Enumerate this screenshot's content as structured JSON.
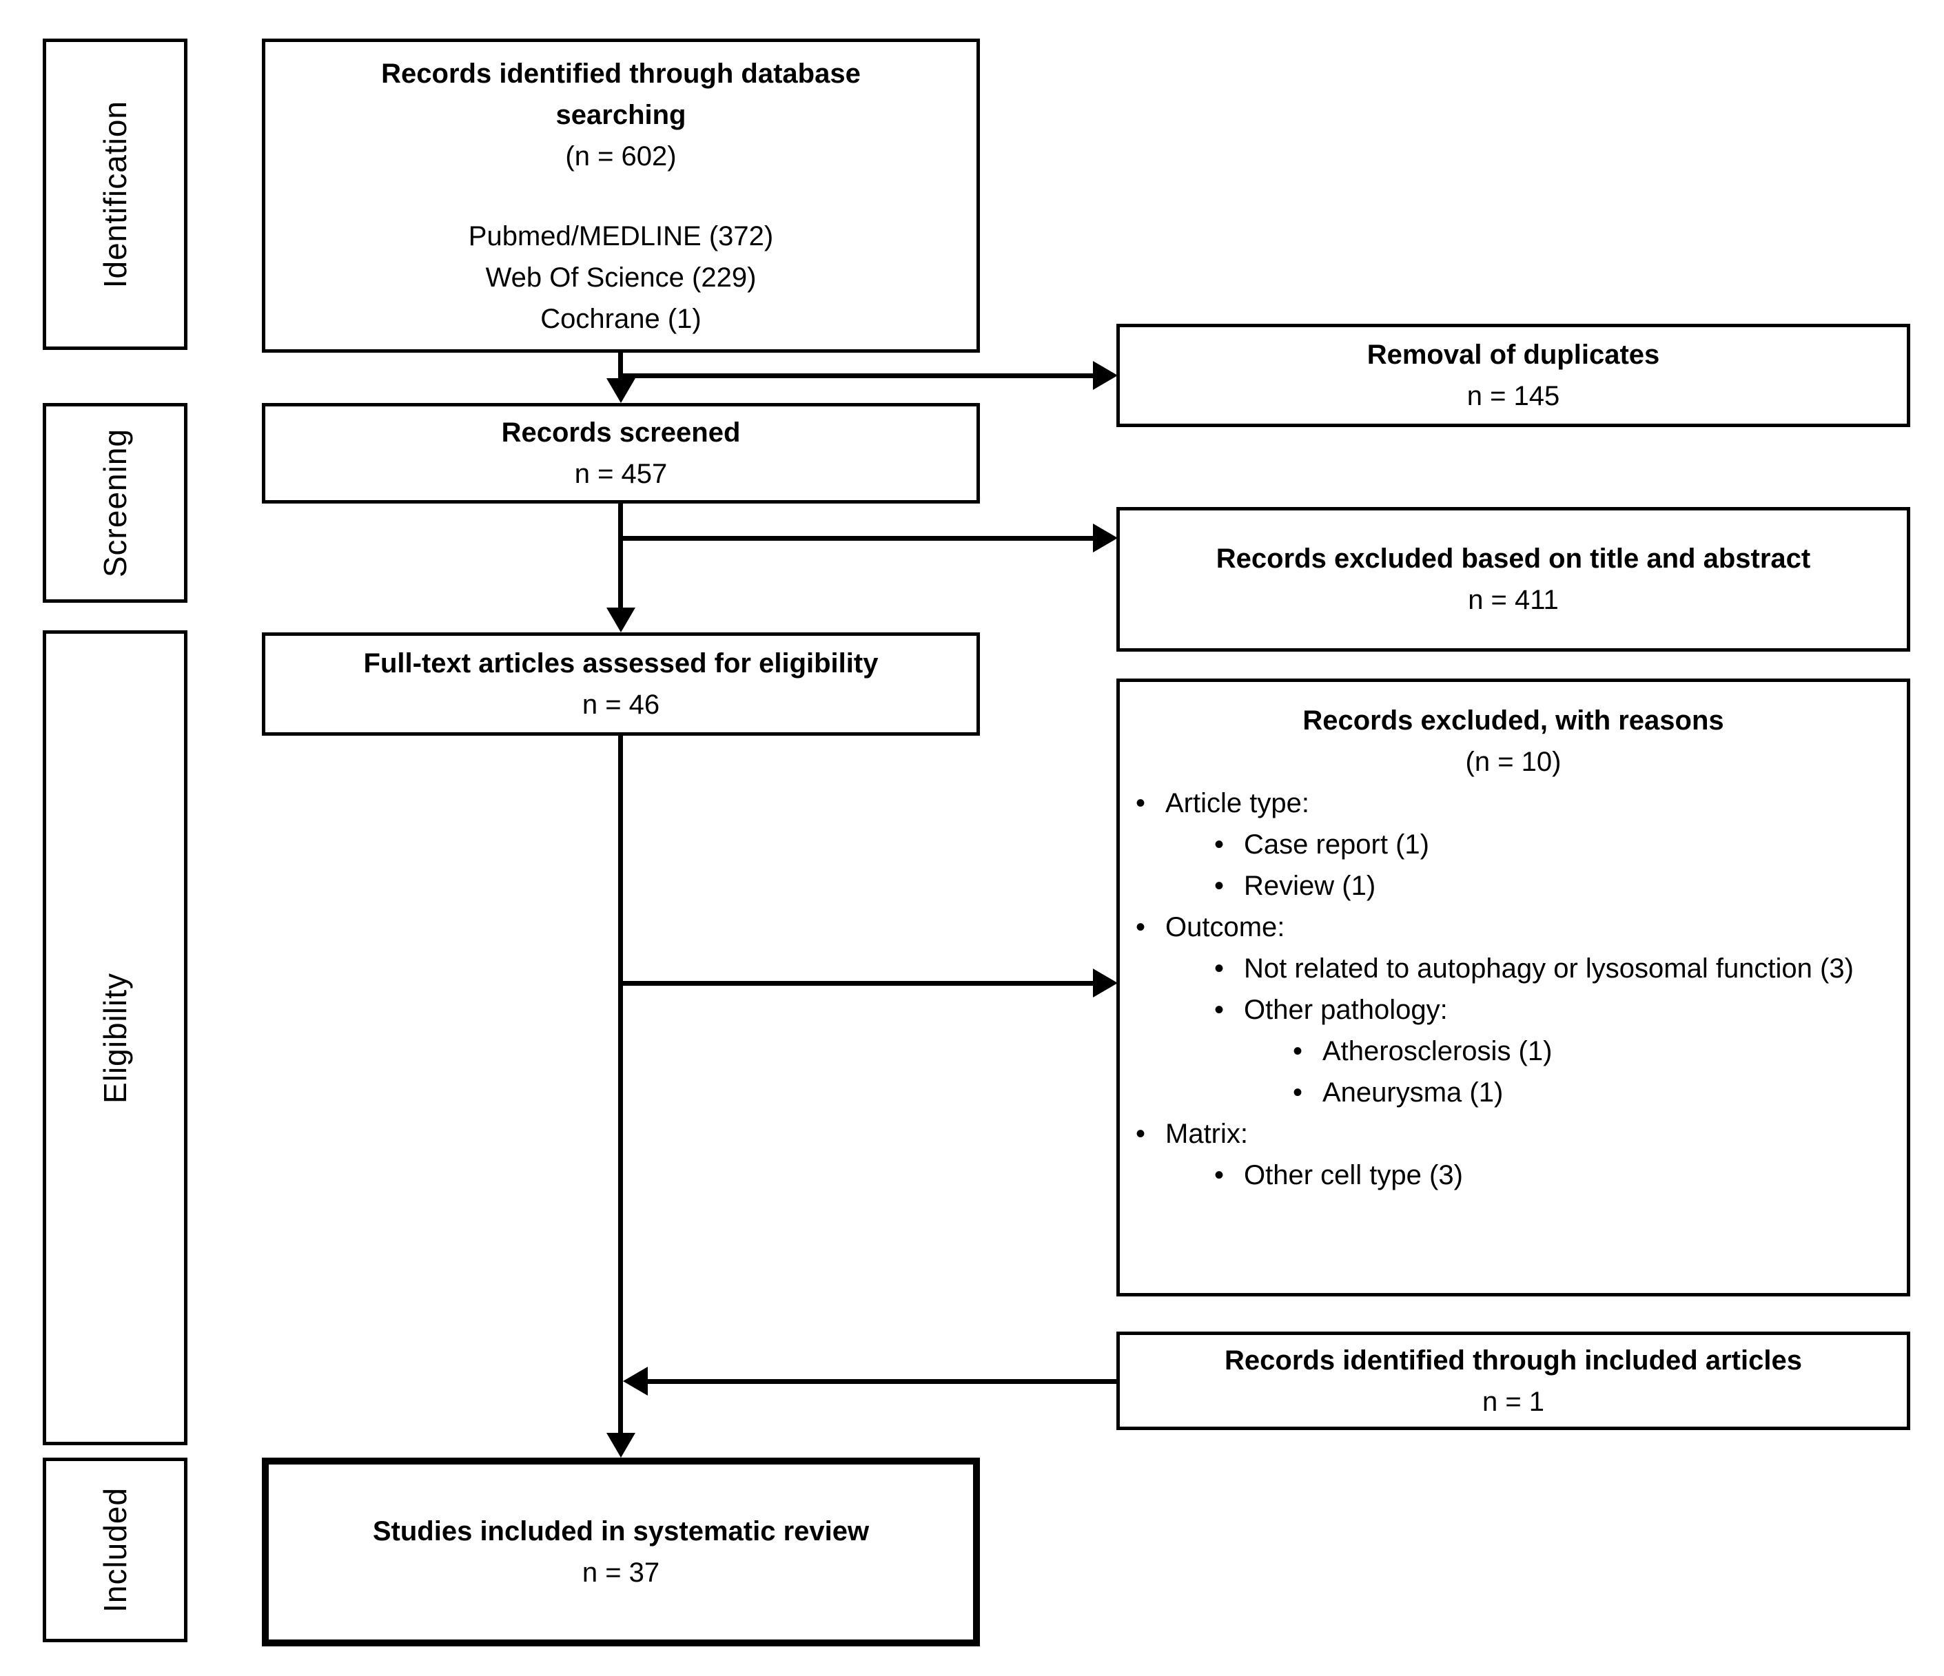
{
  "colors": {
    "background": "#ffffff",
    "foreground": "#000000"
  },
  "diagram": {
    "stages": [
      {
        "label": "Identification"
      },
      {
        "label": "Screening"
      },
      {
        "label": "Eligibility"
      },
      {
        "label": "Included"
      }
    ],
    "boxes": {
      "identified": {
        "title": "Records identified through database searching",
        "count": "(n = 602)",
        "sources": [
          "Pubmed/MEDLINE (372)",
          "Web Of Science (229)",
          "Cochrane (1)"
        ]
      },
      "duplicates": {
        "title": "Removal of duplicates",
        "count": "n = 145"
      },
      "screened": {
        "title": "Records screened",
        "count": "n = 457"
      },
      "excluded_title_abstract": {
        "title": "Records excluded based on title and abstract",
        "count": "n = 411"
      },
      "fulltext": {
        "title": "Full-text articles assessed for eligibility",
        "count": "n = 46"
      },
      "excluded_reasons": {
        "title": "Records excluded, with reasons",
        "count": "(n = 10)",
        "items": [
          {
            "level": 1,
            "text": "Article type:"
          },
          {
            "level": 2,
            "text": "Case report (1)"
          },
          {
            "level": 2,
            "text": "Review (1)"
          },
          {
            "level": 1,
            "text": "Outcome:"
          },
          {
            "level": 2,
            "text": "Not related to autophagy or lysosomal function (3)"
          },
          {
            "level": 2,
            "text": "Other pathology:"
          },
          {
            "level": 3,
            "text": "Atherosclerosis (1)"
          },
          {
            "level": 3,
            "text": "Aneurysma (1)"
          },
          {
            "level": 1,
            "text": "Matrix:"
          },
          {
            "level": 2,
            "text": "Other cell type (3)"
          }
        ]
      },
      "included_articles": {
        "title": "Records identified through included articles",
        "count": "n = 1"
      },
      "studies_included": {
        "title": "Studies included in systematic review",
        "count": "n = 37"
      }
    }
  }
}
